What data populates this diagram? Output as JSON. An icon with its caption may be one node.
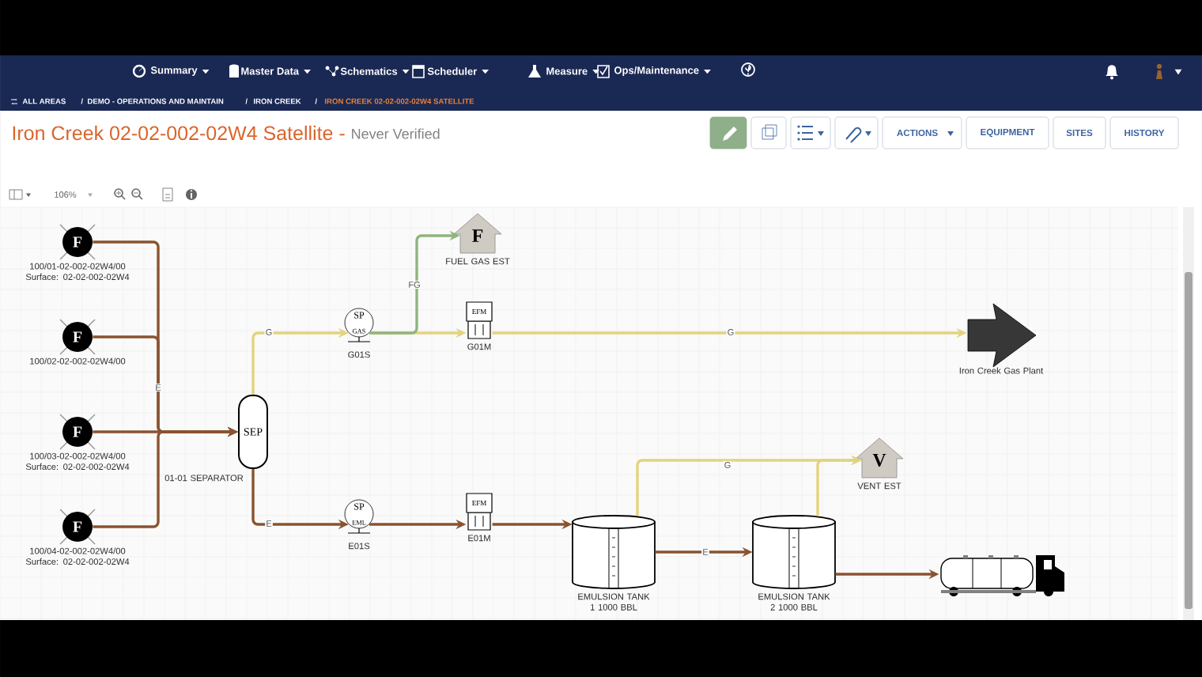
{
  "diagram": {
    "title": "Iron Creek 02-02-002-02W4 Satellite -",
    "nodes": [
      {
        "text": [
          "F"
        ],
        "beside": [
          "100/01-02-002-02W4/00 Surface: 02-02-002-02W4"
        ]
      },
      {
        "text": [
          "F"
        ],
        "beside": [
          "100/02-02-002-02W4/00"
        ]
      },
      {
        "text": [
          "F"
        ],
        "beside": [
          "100/03-02-002-02W4/00 Surface: 02-02-002-02W4"
        ]
      },
      {
        "text": [
          "F"
        ],
        "beside": [
          "100/04-02-002-02W4/00 Surface: 02-02-002-02W4"
        ]
      },
      {
        "text": [
          "SEP"
        ],
        "beside": [
          "01-01 SEPARATOR"
        ]
      },
      {
        "text": [
          "SP",
          "GAS"
        ],
        "beside": [
          "G01S"
        ]
      },
      {
        "text": [
          "EFM"
        ],
        "beside": [
          "G01M"
        ]
      },
      {
        "text": [
          "F"
        ],
        "beside": [
          "FUEL GAS EST"
        ]
      },
      {
        "text": [],
        "shape": "arrow",
        "beside": [
          "Iron Creek Gas Plant"
        ]
      },
      {
        "text": [
          "SP",
          "EML"
        ],
        "beside": [
          "E01S"
        ]
      },
      {
        "text": [
          "EFM"
        ],
        "beside": [
          "E01M"
        ]
      },
      {
        "text": [],
        "shape": "cylinder",
        "beside": [
          "EMULSION TANK 1 1000 BBL"
        ]
      },
      {
        "text": [],
        "shape": "cylinder",
        "beside": [
          "EMULSION TANK 2 1000 BBL"
        ]
      },
      {
        "text": [
          "V"
        ],
        "beside": [
          "VENT EST"
        ]
      },
      {
        "text": [],
        "shape": "picture"
      }
    ],
    "edges": [
      {
        "from": 0,
        "to": 4,
        "arrow": "to"
      },
      {
        "from": 1,
        "to": 4,
        "arrow": "to",
        "label": "E"
      },
      {
        "from": 2,
        "to": 4,
        "arrow": "to"
      },
      {
        "from": 3,
        "to": 4,
        "arrow": "to"
      },
      {
        "from": 4,
        "to": 5,
        "arrow": "to",
        "label": "G",
        "color": "#e3d37e"
      },
      {
        "from": 5,
        "to": 6,
        "arrow": "to",
        "color": "#e3d37e"
      },
      {
        "from": 5,
        "to": 7,
        "arrow": "to",
        "label": "FG",
        "color": "#8fb57c"
      },
      {
        "from": 6,
        "to": 8,
        "arrow": "to",
        "label": "G",
        "color": "#e3d37e"
      },
      {
        "from": 4,
        "to": 9,
        "arrow": "to",
        "label": "E"
      },
      {
        "from": 9,
        "to": 10,
        "arrow": "to"
      },
      {
        "from": 10,
        "to": 11,
        "arrow": "to"
      },
      {
        "from": 11,
        "to": 12,
        "arrow": "to",
        "label": "E"
      },
      {
        "from": 11,
        "to": 13,
        "arrow": "to",
        "label": "G",
        "color": "#e3d37e"
      },
      {
        "from": 12,
        "to": 13,
        "arrow": "to",
        "color": "#e3d37e"
      },
      {
        "from": 12,
        "to": 14,
        "arrow": "to"
      }
    ],
    "labels": [
      "Summary",
      "Master Data",
      "Schematics",
      "Scheduler",
      "Measure",
      "Ops/Maintenance",
      "ALL AREAS",
      "/",
      "DEMO - OPERATIONS AND MAINTAIN",
      "/",
      "IRON CREEK",
      "/",
      "IRON CREEK 02-02-002-02W4 SATELLITE",
      "Never Verified",
      "ACTIONS",
      "EQUIPMENT",
      "SITES",
      "HISTORY",
      "106%"
    ]
  }
}
